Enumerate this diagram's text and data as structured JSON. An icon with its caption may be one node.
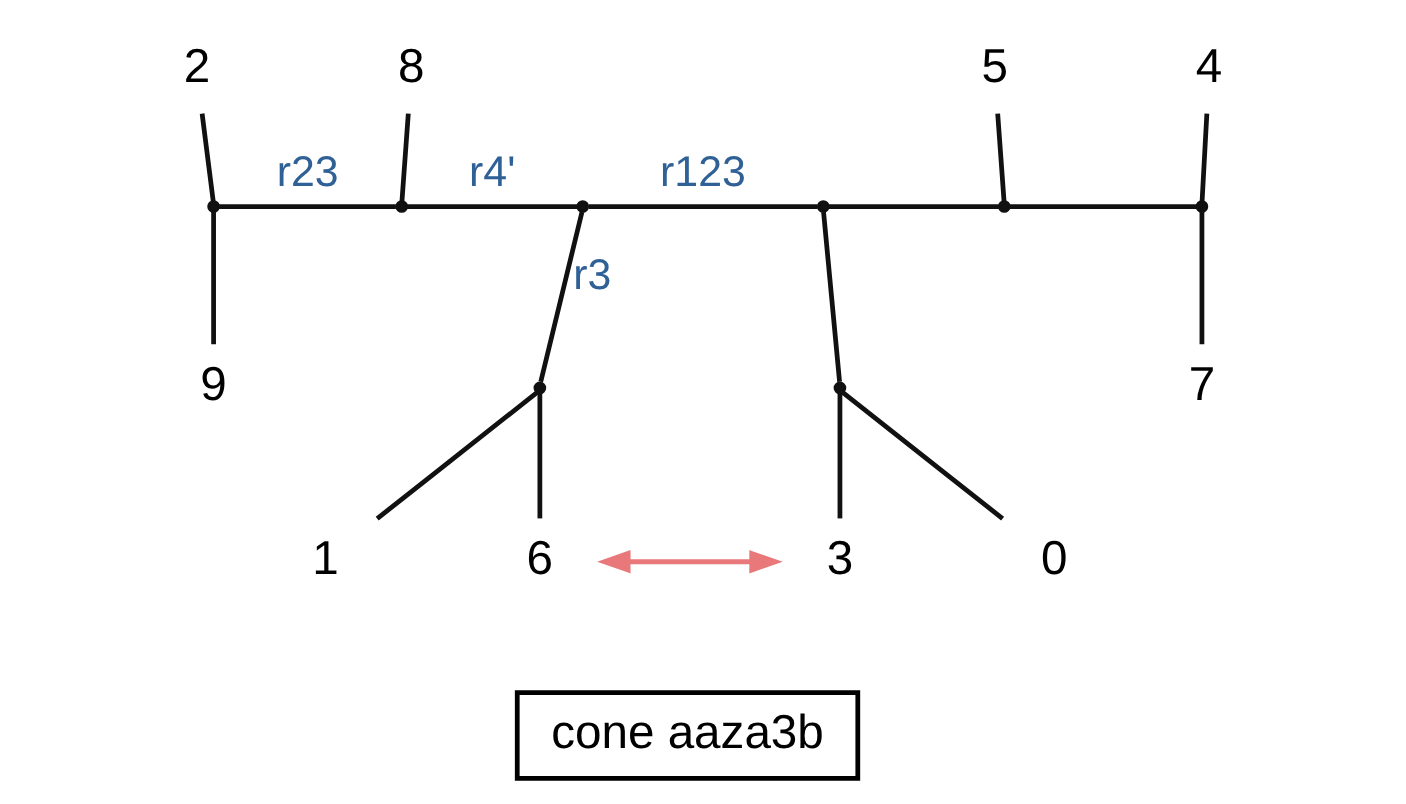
{
  "diagram": {
    "nodes": [
      {
        "text": [
          "2"
        ]
      },
      {
        "text": [
          "9"
        ]
      },
      {
        "text": [
          "8"
        ]
      },
      {
        "text": [
          "5"
        ]
      },
      {
        "text": [
          "4"
        ]
      },
      {
        "text": [
          "7"
        ]
      },
      {
        "text": [
          "1"
        ]
      },
      {
        "text": [
          "6"
        ]
      },
      {
        "text": [
          "3"
        ]
      },
      {
        "text": [
          "0"
        ]
      },
      {
        "text": [
          "cone aaza3b"
        ]
      },
      {
        "text": [],
        "shape": "point"
      },
      {
        "text": [],
        "shape": "point"
      },
      {
        "text": [],
        "shape": "point"
      },
      {
        "text": [],
        "shape": "point"
      },
      {
        "text": [],
        "shape": "point"
      },
      {
        "text": [],
        "shape": "point"
      },
      {
        "text": [],
        "shape": "point"
      },
      {
        "text": [],
        "shape": "point"
      }
    ],
    "edges": [
      {
        "from": 0,
        "to": 11,
        "arrow": "none"
      },
      {
        "from": 11,
        "to": 1,
        "arrow": "none"
      },
      {
        "from": 11,
        "to": 12,
        "arrow": "none",
        "label": "r23"
      },
      {
        "from": 2,
        "to": 12,
        "arrow": "none"
      },
      {
        "from": 12,
        "to": 13,
        "arrow": "none",
        "label": "r4'"
      },
      {
        "from": 13,
        "to": 14,
        "arrow": "none",
        "label": "r123"
      },
      {
        "from": 14,
        "to": 15,
        "arrow": "none"
      },
      {
        "from": 3,
        "to": 15,
        "arrow": "none"
      },
      {
        "from": 15,
        "to": 16,
        "arrow": "none"
      },
      {
        "from": 4,
        "to": 16,
        "arrow": "none"
      },
      {
        "from": 16,
        "to": 5,
        "arrow": "none"
      },
      {
        "from": 13,
        "to": 17,
        "arrow": "none",
        "label": "r3"
      },
      {
        "from": 17,
        "to": 6,
        "arrow": "none"
      },
      {
        "from": 17,
        "to": 7,
        "arrow": "none"
      },
      {
        "from": 14,
        "to": 18,
        "arrow": "none"
      },
      {
        "from": 18,
        "to": 8,
        "arrow": "none"
      },
      {
        "from": 18,
        "to": 9,
        "arrow": "none"
      },
      {
        "from": 7,
        "to": 8,
        "arrow": "both",
        "color": "#e8787a"
      }
    ]
  }
}
